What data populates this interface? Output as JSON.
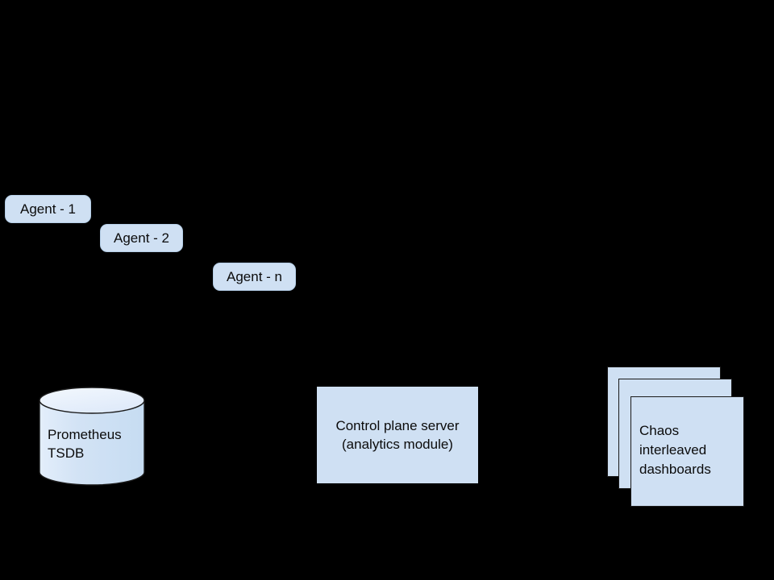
{
  "diagram": {
    "background_color": "#000000",
    "node_fill": "#cfe0f3",
    "node_stroke": "#1a1a1a",
    "text_color": "#0b0b0b",
    "agents": [
      {
        "label": "Agent - 1"
      },
      {
        "label": "Agent - 2"
      },
      {
        "label": "Agent - n"
      }
    ],
    "datastore": {
      "label": "Prometheus\nTSDB"
    },
    "control_plane": {
      "label": "Control plane server\n(analytics module)"
    },
    "dashboards": {
      "label": "Chaos\ninterleaved\ndashboards",
      "sheet_count": 3
    },
    "connector": {
      "name": "arrow-to-dashboards",
      "direction": "right"
    }
  }
}
